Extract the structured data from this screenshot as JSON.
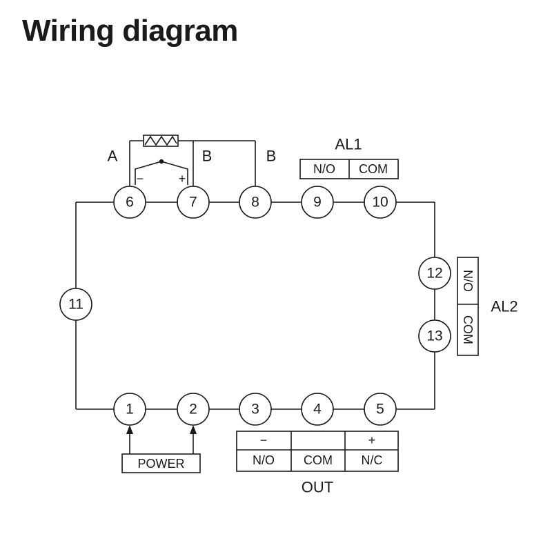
{
  "title": "Wiring diagram",
  "terminals": [
    "1",
    "2",
    "3",
    "4",
    "5",
    "6",
    "7",
    "8",
    "9",
    "10",
    "11",
    "12",
    "13"
  ],
  "sensor": {
    "label_a": "A",
    "label_b1": "B",
    "label_b2": "B",
    "minus": "−",
    "plus": "+"
  },
  "al1": {
    "label": "AL1",
    "no": "N/O",
    "com": "COM"
  },
  "al2": {
    "label": "AL2",
    "no": "N/O",
    "com": "COM"
  },
  "out": {
    "label": "OUT",
    "minus": "−",
    "plus": "+",
    "no": "N/O",
    "com": "COM",
    "nc": "N/C"
  },
  "power": {
    "label": "POWER"
  }
}
